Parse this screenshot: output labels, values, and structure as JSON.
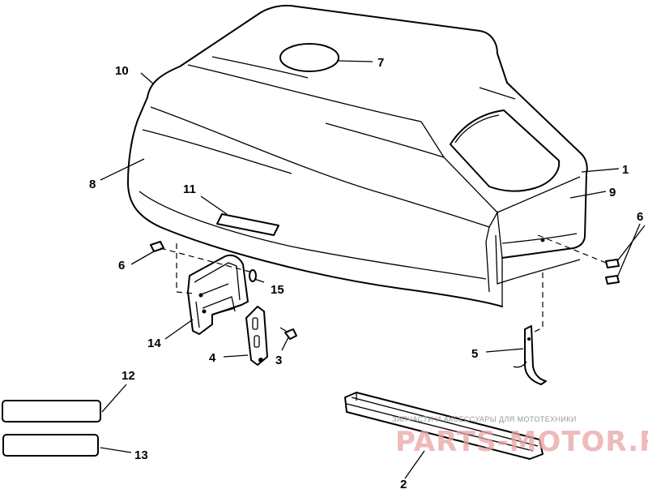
{
  "callouts": [
    "1",
    "2",
    "3",
    "4",
    "5",
    "6",
    "7",
    "8",
    "9",
    "10",
    "11",
    "12",
    "13",
    "14",
    "15",
    "6"
  ],
  "watermark": {
    "tagline": "ЗАПЧАСТИ И АКСЕССУАРЫ ДЛЯ МОТОТЕХНИКИ",
    "logo": "PARTS-MOTOR.RU"
  }
}
